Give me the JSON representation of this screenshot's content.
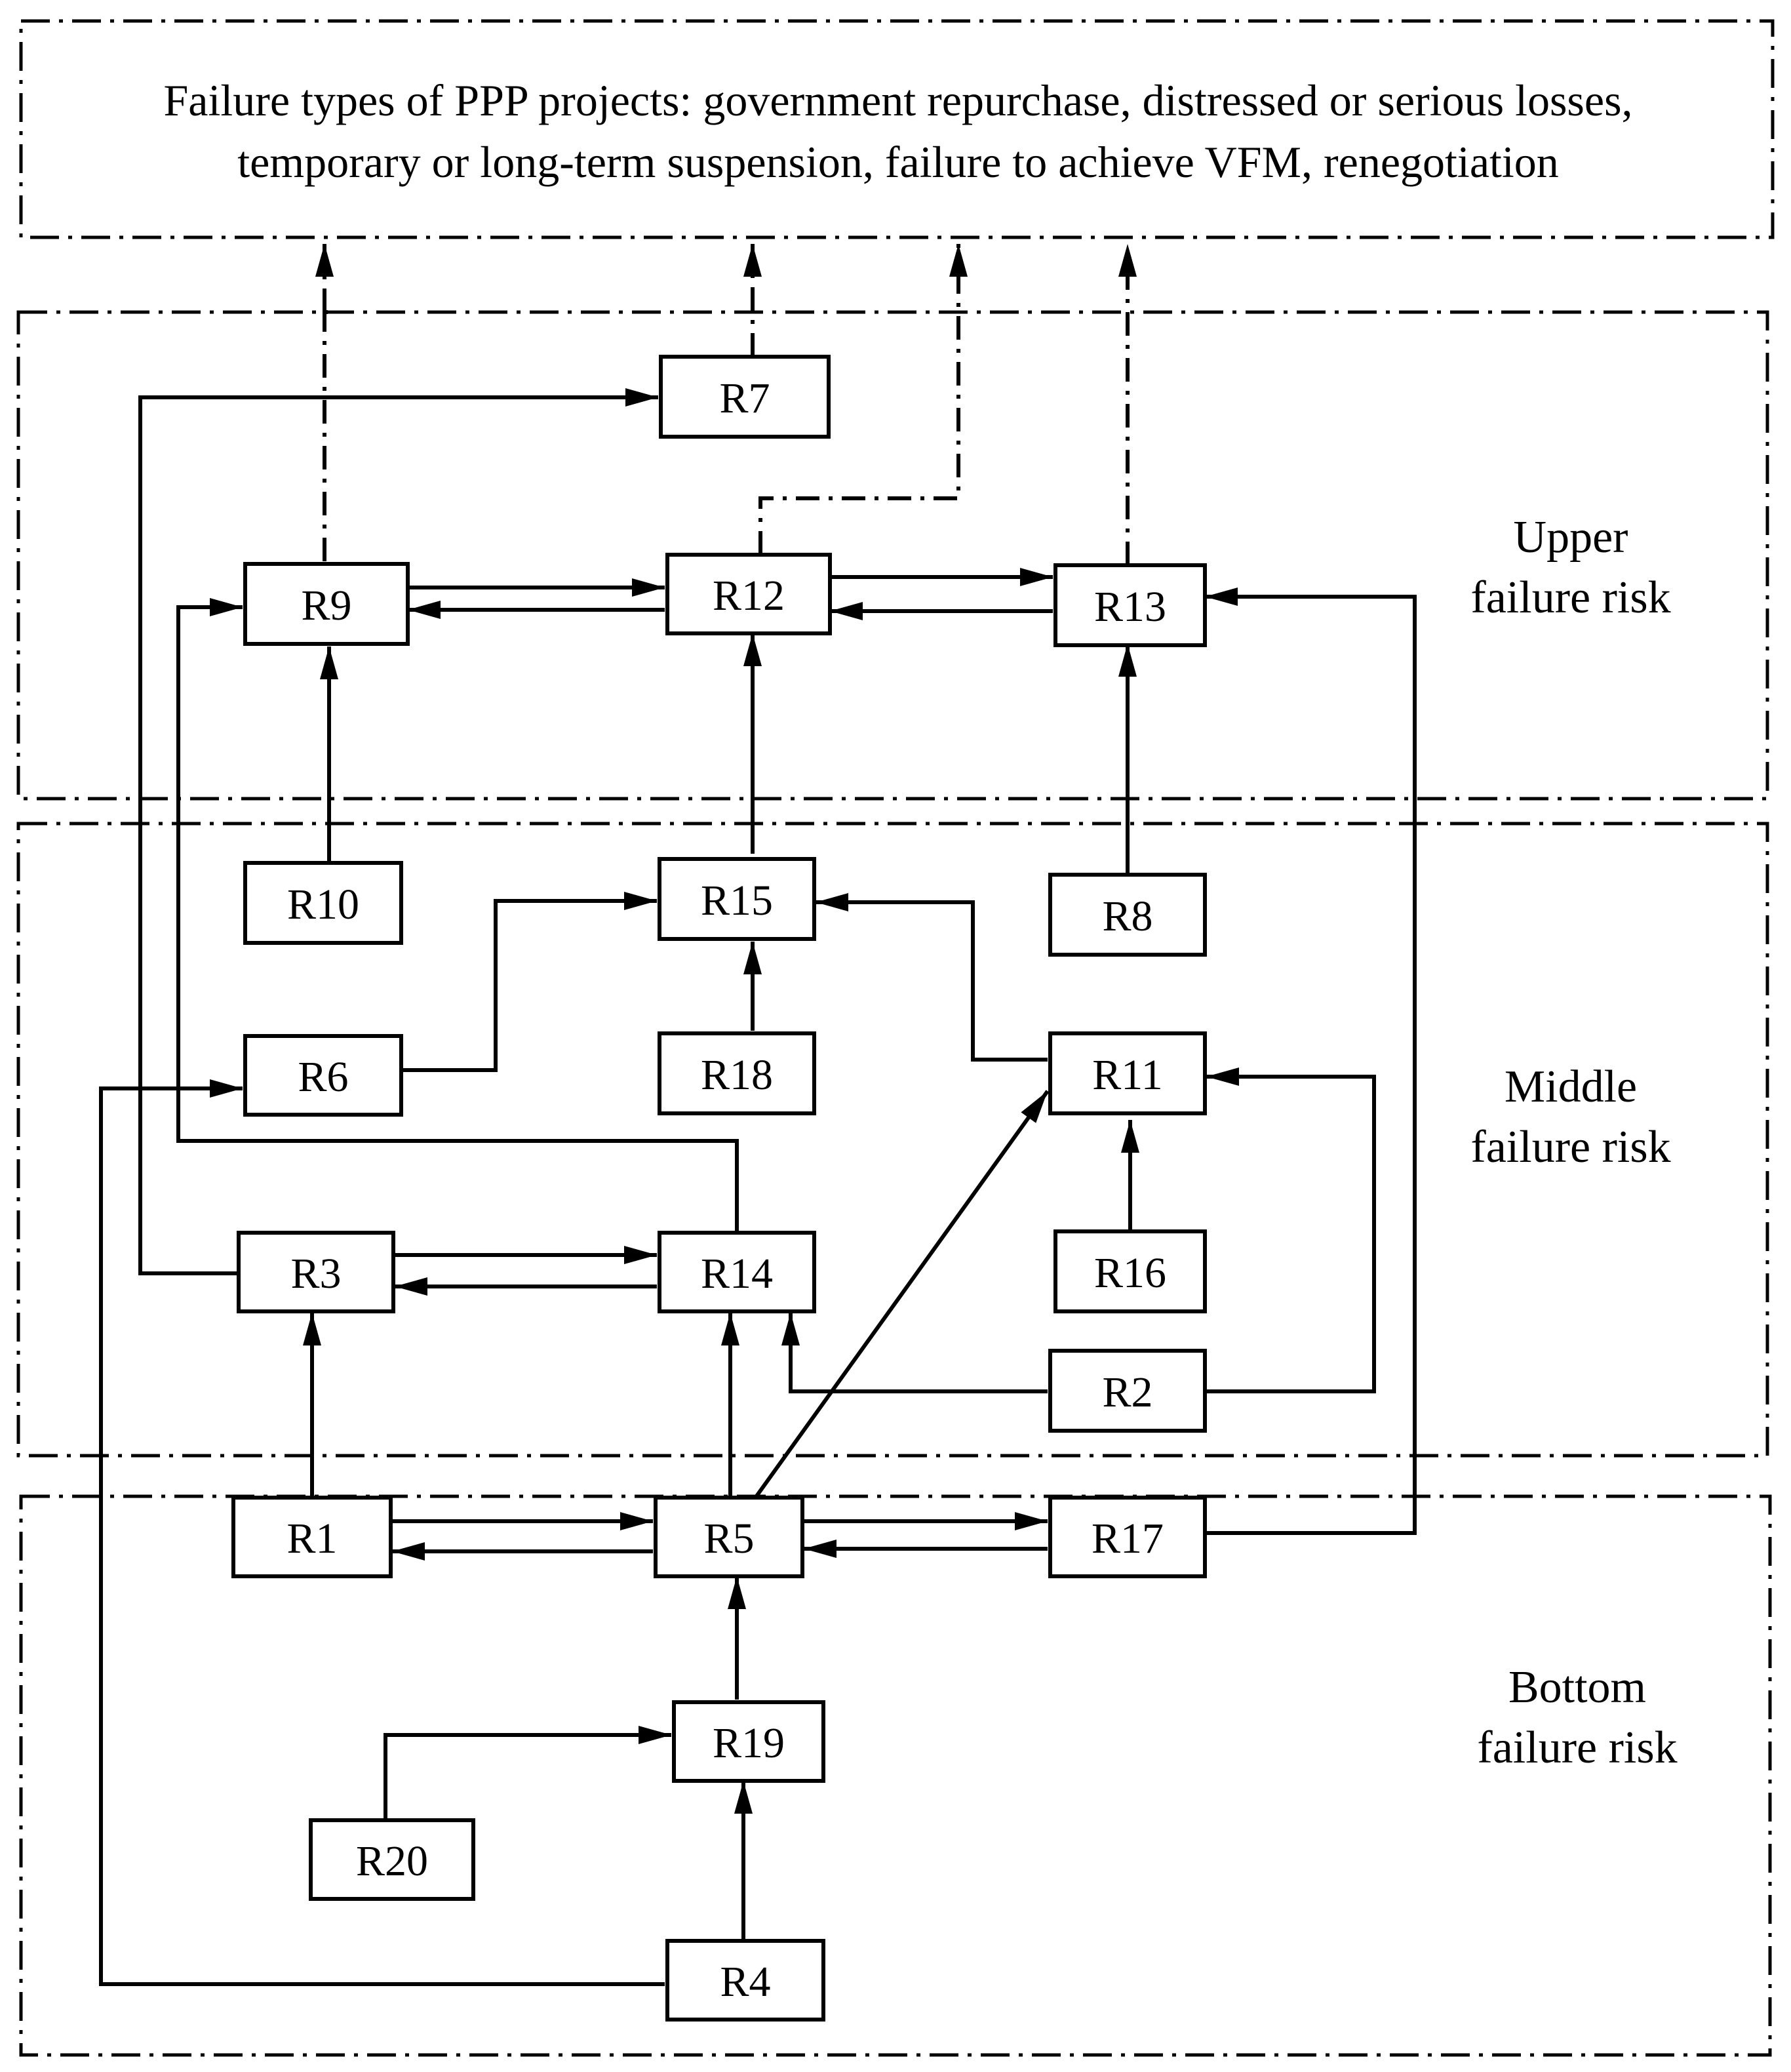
{
  "header": {
    "line1": "Failure types of PPP projects: government repurchase, distressed or serious losses,",
    "line2": "temporary or long-term suspension, failure to achieve VFM, renegotiation"
  },
  "regions": {
    "upper": {
      "line1": "Upper",
      "line2": "failure risk"
    },
    "middle": {
      "line1": "Middle",
      "line2": "failure risk"
    },
    "bottom": {
      "line1": "Bottom",
      "line2": "failure risk"
    }
  },
  "nodes": [
    {
      "id": "R7",
      "label": "R7",
      "tier": "upper"
    },
    {
      "id": "R9",
      "label": "R9",
      "tier": "upper"
    },
    {
      "id": "R12",
      "label": "R12",
      "tier": "upper"
    },
    {
      "id": "R13",
      "label": "R13",
      "tier": "upper"
    },
    {
      "id": "R10",
      "label": "R10",
      "tier": "middle"
    },
    {
      "id": "R15",
      "label": "R15",
      "tier": "middle"
    },
    {
      "id": "R8",
      "label": "R8",
      "tier": "middle"
    },
    {
      "id": "R6",
      "label": "R6",
      "tier": "middle"
    },
    {
      "id": "R18",
      "label": "R18",
      "tier": "middle"
    },
    {
      "id": "R11",
      "label": "R11",
      "tier": "middle"
    },
    {
      "id": "R3",
      "label": "R3",
      "tier": "middle"
    },
    {
      "id": "R14",
      "label": "R14",
      "tier": "middle"
    },
    {
      "id": "R16",
      "label": "R16",
      "tier": "middle"
    },
    {
      "id": "R2",
      "label": "R2",
      "tier": "middle"
    },
    {
      "id": "R1",
      "label": "R1",
      "tier": "bottom"
    },
    {
      "id": "R5",
      "label": "R5",
      "tier": "bottom"
    },
    {
      "id": "R17",
      "label": "R17",
      "tier": "bottom"
    },
    {
      "id": "R19",
      "label": "R19",
      "tier": "bottom"
    },
    {
      "id": "R20",
      "label": "R20",
      "tier": "bottom"
    },
    {
      "id": "R4",
      "label": "R4",
      "tier": "bottom"
    }
  ],
  "edges": [
    {
      "from": "R9",
      "to": "header",
      "style": "dashdot"
    },
    {
      "from": "R7",
      "to": "header",
      "style": "dashdot"
    },
    {
      "from": "R12",
      "to": "header",
      "style": "dashdot"
    },
    {
      "from": "R13",
      "to": "header",
      "style": "dashdot"
    },
    {
      "from": "R3",
      "to": "R7"
    },
    {
      "from": "R9",
      "to": "R12"
    },
    {
      "from": "R12",
      "to": "R9"
    },
    {
      "from": "R12",
      "to": "R13"
    },
    {
      "from": "R13",
      "to": "R12"
    },
    {
      "from": "R14",
      "to": "R9"
    },
    {
      "from": "R10",
      "to": "R9"
    },
    {
      "from": "R15",
      "to": "R12"
    },
    {
      "from": "R8",
      "to": "R13"
    },
    {
      "from": "R17",
      "to": "R13"
    },
    {
      "from": "R6",
      "to": "R15"
    },
    {
      "from": "R18",
      "to": "R15"
    },
    {
      "from": "R11",
      "to": "R15"
    },
    {
      "from": "R4",
      "to": "R6"
    },
    {
      "from": "R16",
      "to": "R11"
    },
    {
      "from": "R2",
      "to": "R11"
    },
    {
      "from": "R5",
      "to": "R11"
    },
    {
      "from": "R3",
      "to": "R14"
    },
    {
      "from": "R14",
      "to": "R3"
    },
    {
      "from": "R2",
      "to": "R14"
    },
    {
      "from": "R1",
      "to": "R3"
    },
    {
      "from": "R5",
      "to": "R14"
    },
    {
      "from": "R1",
      "to": "R5"
    },
    {
      "from": "R5",
      "to": "R1"
    },
    {
      "from": "R5",
      "to": "R17"
    },
    {
      "from": "R17",
      "to": "R5"
    },
    {
      "from": "R19",
      "to": "R5"
    },
    {
      "from": "R20",
      "to": "R19"
    },
    {
      "from": "R4",
      "to": "R19"
    }
  ]
}
